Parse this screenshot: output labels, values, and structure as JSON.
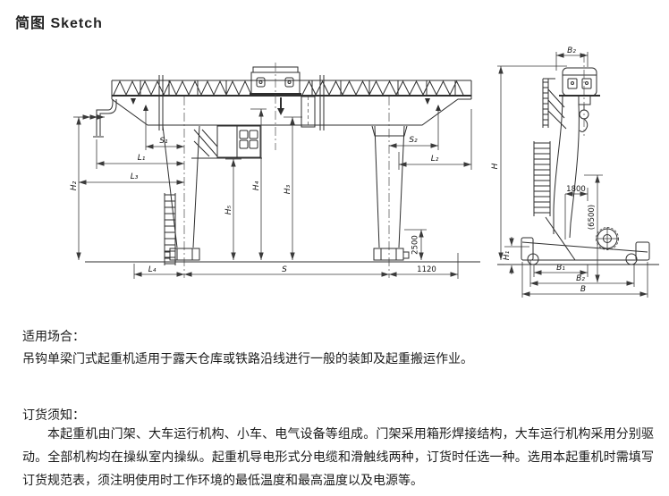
{
  "title": "简图 Sketch",
  "front_view": {
    "dims": {
      "h2": "H₂",
      "s1": "S₁",
      "l1": "L₁",
      "l3": "L₃",
      "h5": "H₅",
      "h4": "H₄",
      "h3": "H₃",
      "s2": "S₂",
      "l2": "L₂",
      "l4": "L₄",
      "s": "S",
      "n1120": "1120",
      "n2500": "2500"
    }
  },
  "side_view": {
    "dims": {
      "b2_top": "B₂",
      "h": "H",
      "h1": "H₁",
      "n1800": "1800",
      "n6500": "(6500)",
      "b1": "B₁",
      "b2": "B₂",
      "b": "B"
    }
  },
  "sections": {
    "usage": {
      "heading": "适用场合：",
      "body": "吊钩单梁门式起重机适用于露天仓库或铁路沿线进行一般的装卸及起重搬运作业。"
    },
    "order": {
      "heading": "订货须知：",
      "body": "本起重机由门架、大车运行机构、小车、电气设备等组成。门架采用箱形焊接结构，大车运行机构采用分别驱动。全部机构均在操纵室内操纵。起重机导电形式分电缆和滑触线两种，订货时任选一种。选用本起重机时需填写订货规范表，须注明使用时工作环境的最低温度和最高温度以及电源等。"
    }
  }
}
